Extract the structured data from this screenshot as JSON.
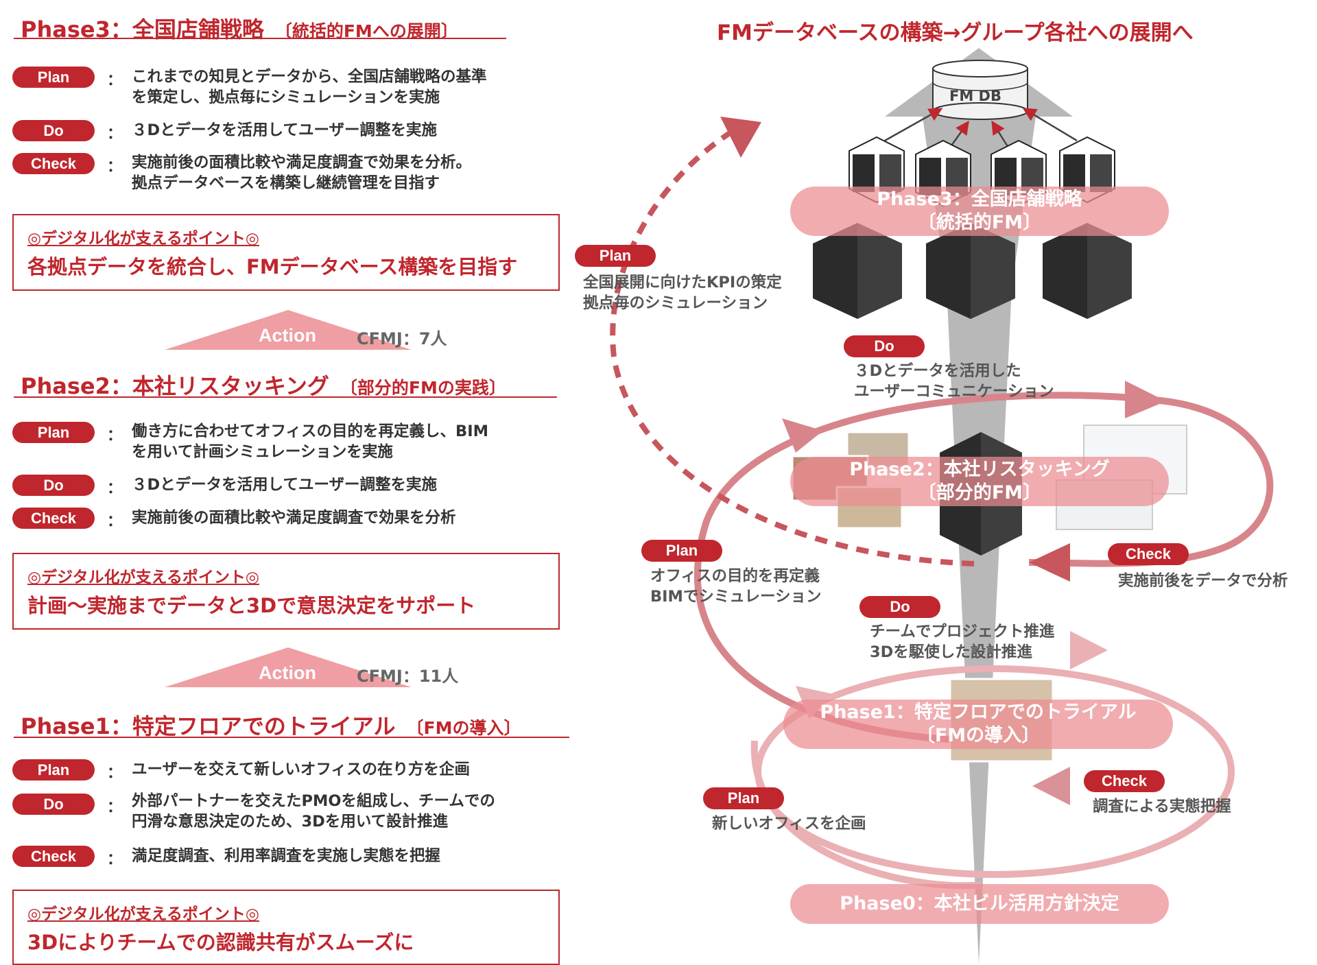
{
  "header": {
    "title": "FMデータベースの構築→グループ各社への展開へ"
  },
  "db_label": "FM DB",
  "left": {
    "phase3": {
      "title": "Phase3：全国店舗戦略",
      "subtitle": "〔統括的FMへの展開〕",
      "rows": [
        {
          "label": "Plan",
          "colon": "：",
          "lines": [
            "これまでの知見とデータから、全国店舗戦略の基準",
            "を策定し、拠点毎にシミュレーションを実施"
          ]
        },
        {
          "label": "Do",
          "colon": "：",
          "lines": [
            "３Dとデータを活用してユーザー調整を実施"
          ]
        },
        {
          "label": "Check",
          "colon": "：",
          "lines": [
            "実施前後の面積比較や満足度調査で効果を分析。",
            "拠点データベースを構築し継続管理を目指す"
          ]
        }
      ],
      "point_head": "◎デジタル化が支えるポイント◎",
      "point_body": "各拠点データを統合し、FMデータベース構築を目指す"
    },
    "action1": {
      "label": "Action",
      "cfmj": "CFMJ：7人"
    },
    "phase2": {
      "title": "Phase2：本社リスタッキング",
      "subtitle": "〔部分的FMの実践〕",
      "rows": [
        {
          "label": "Plan",
          "colon": "：",
          "lines": [
            "働き方に合わせてオフィスの目的を再定義し、BIM",
            "を用いて計画シミュレーションを実施"
          ]
        },
        {
          "label": "Do",
          "colon": "：",
          "lines": [
            "３Dとデータを活用してユーザー調整を実施"
          ]
        },
        {
          "label": "Check",
          "colon": "：",
          "lines": [
            "実施前後の面積比較や満足度調査で効果を分析"
          ]
        }
      ],
      "point_head": "◎デジタル化が支えるポイント◎",
      "point_body": "計画～実施までデータと3Dで意思決定をサポート"
    },
    "action2": {
      "label": "Action",
      "cfmj": "CFMJ：11人"
    },
    "phase1": {
      "title": "Phase1：特定フロアでのトライアル",
      "subtitle": "〔FMの導入〕",
      "rows": [
        {
          "label": "Plan",
          "colon": "：",
          "lines": [
            "ユーザーを交えて新しいオフィスの在り方を企画"
          ]
        },
        {
          "label": "Do",
          "colon": "：",
          "lines": [
            "外部パートナーを交えたPMOを組成し、チームでの",
            "円滑な意思決定のため、3Dを用いて設計推進"
          ]
        },
        {
          "label": "Check",
          "colon": "：",
          "lines": [
            "満足度調査、利用率調査を実施し実態を把握"
          ]
        }
      ],
      "point_head": "◎デジタル化が支えるポイント◎",
      "point_body": "3Dによりチームでの認識共有がスムーズに"
    }
  },
  "right": {
    "phase3_band": {
      "line1": "Phase3：全国店舗戦略",
      "line2": "〔統括的FM〕"
    },
    "phase2_band": {
      "line1": "Phase2：本社リスタッキング",
      "line2": "〔部分的FM〕"
    },
    "phase1_band": {
      "line1": "Phase1：特定フロアでのトライアル",
      "line2": "〔FMの導入〕"
    },
    "phase0_band": {
      "line1": "Phase0：本社ビル活用方針決定"
    },
    "p3_plan": {
      "label": "Plan",
      "lines": [
        "全国展開に向けたKPIの策定",
        "拠点毎のシミュレーション"
      ]
    },
    "p2_do": {
      "label": "Do",
      "lines": [
        "３Dとデータを活用した",
        "ユーザーコミュニケーション"
      ]
    },
    "p2_plan": {
      "label": "Plan",
      "lines": [
        "オフィスの目的を再定義",
        "BIMでシミュレーション"
      ]
    },
    "p2_check": {
      "label": "Check",
      "lines": [
        "実施前後をデータで分析"
      ]
    },
    "p1_do": {
      "label": "Do",
      "lines": [
        "チームでプロジェクト推進",
        "3Dを駆使した設計推進"
      ]
    },
    "p1_plan": {
      "label": "Plan",
      "lines": [
        "新しいオフィスを企画"
      ]
    },
    "p1_check": {
      "label": "Check",
      "lines": [
        "調査による実態把握"
      ]
    }
  },
  "colors": {
    "accent": "#c0262d",
    "band": "#ec8c92",
    "arrow": "#b0b0b0"
  }
}
